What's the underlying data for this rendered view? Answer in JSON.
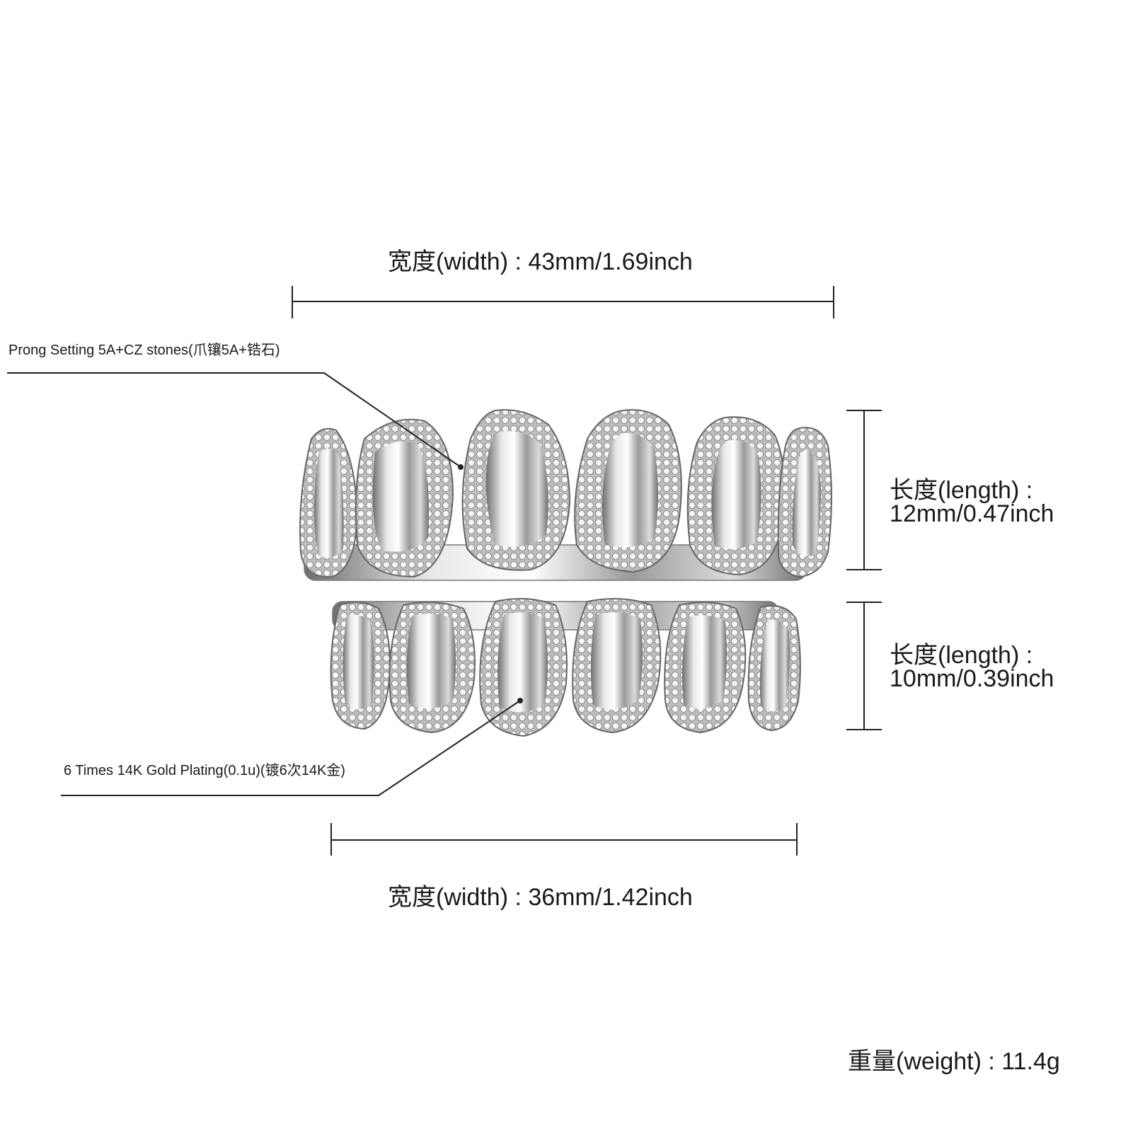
{
  "width_top": "宽度(width) : 43mm/1.69inch",
  "width_bottom": "宽度(width) : 36mm/1.42inch",
  "length_top": {
    "line1": "长度(length) :",
    "line2": "12mm/0.47inch"
  },
  "length_bottom": {
    "line1": "长度(length) :",
    "line2": "10mm/0.39inch"
  },
  "callout_prong": "Prong Setting 5A+CZ stones(爪镶5A+锆石)",
  "callout_plating": "6 Times  14K  Gold  Plating(0.1u)(镀6次14K金)",
  "weight": "重量(weight) : 11.4g",
  "colors": {
    "metal": "#d9d9d9",
    "metal_dark": "#7a7a7a",
    "line": "#222222",
    "background": "#ffffff"
  },
  "product": {
    "upper_teeth_count": 6,
    "lower_teeth_count": 6
  }
}
